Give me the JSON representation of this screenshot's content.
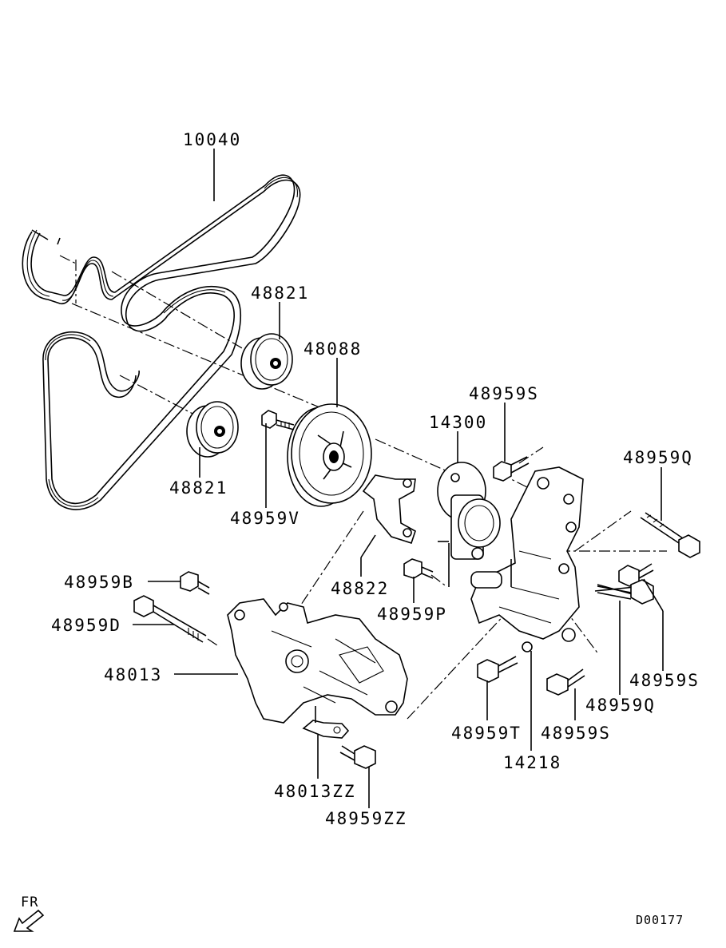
{
  "labels": {
    "belt": "10040",
    "idler_upper": "48821",
    "idler_lower": "48821",
    "pulley": "48088",
    "bolt_v": "48959V",
    "tensioner": "14300",
    "bolt_s_top": "48959S",
    "bolt_q_top": "48959Q",
    "bracket_small": "48822",
    "bolt_p": "48959P",
    "bolt_b": "48959B",
    "bolt_d": "48959D",
    "bracket_main": "48013",
    "bolt_s_right": "48959S",
    "bolt_q_bottom": "48959Q",
    "bolt_t": "48959T",
    "bolt_s_bottom": "48959S",
    "bracket_tensioner": "14218",
    "bracket_zz": "48013ZZ",
    "bolt_zz": "48959ZZ"
  },
  "direction_label": "FR",
  "diagram_code": "D00177"
}
